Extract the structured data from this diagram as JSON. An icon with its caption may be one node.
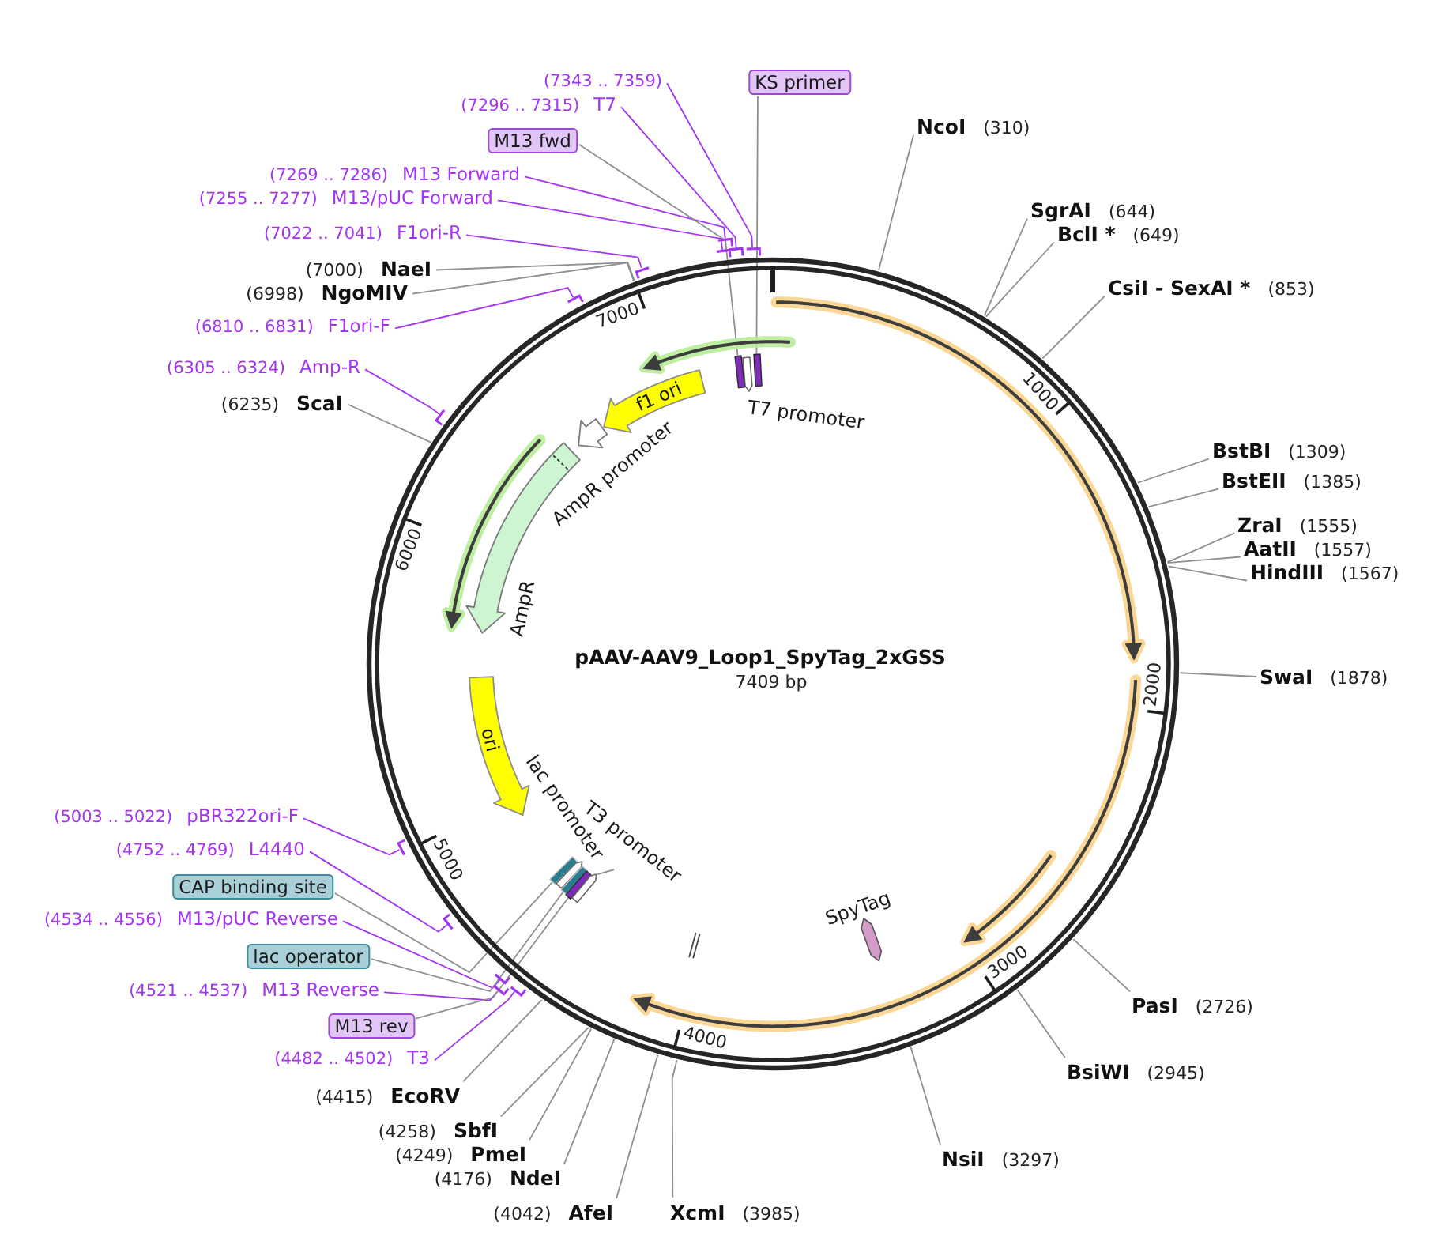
{
  "diagram": {
    "nodes": [
      {
        "text": [
          "pAAV-AAV9_Loop1_SpyTag_2xGSS",
          "7409 bp"
        ]
      },
      {
        "text": [
          "f1 ori"
        ],
        "in": 0
      },
      {
        "text": [
          "ori"
        ],
        "in": 0
      },
      {
        "text": [],
        "shape": "arrow",
        "beside": [
          "AmpR promoter"
        ],
        "in": 0
      },
      {
        "text": [],
        "shape": "arrow",
        "beside": [
          "AmpR"
        ],
        "in": 0
      },
      {
        "text": [],
        "shape": "arrow",
        "beside": [
          "T7 promoter"
        ],
        "in": 0
      },
      {
        "text": [],
        "shape": "bar",
        "in": 0
      },
      {
        "text": [],
        "shape": "bar",
        "in": 0
      },
      {
        "text": [],
        "shape": "bar",
        "in": 0
      },
      {
        "text": [],
        "shape": "arrow",
        "beside": [
          "lac promoter"
        ],
        "in": 0
      },
      {
        "text": [],
        "shape": "bar",
        "in": 0
      },
      {
        "text": [],
        "shape": "bar",
        "in": 0
      },
      {
        "text": [],
        "shape": "arrow",
        "in": 0
      },
      {
        "text": [
          "T3 promoter"
        ],
        "in": 0
      },
      {
        "text": [],
        "shape": "bar",
        "in": 0
      },
      {
        "text": [],
        "shape": "hexagon",
        "beside": [
          "SpyTag"
        ],
        "in": 0
      },
      {
        "text": [
          "(7343 .. 7359)"
        ]
      },
      {
        "text": [
          "(7296 .. 7315)",
          "T7"
        ]
      },
      {
        "text": [
          "(7269 .. 7286)",
          "M13 Forward"
        ]
      },
      {
        "text": [
          "(7255 .. 7277)",
          "M13/pUC Forward"
        ]
      },
      {
        "text": [
          "(7022 .. 7041)",
          "F1ori-R"
        ]
      },
      {
        "text": [
          "(6810 .. 6831)",
          "F1ori-F"
        ]
      },
      {
        "text": [
          "(6305 .. 6324)",
          "Amp-R"
        ]
      },
      {
        "text": [
          "(5003 .. 5022)",
          "pBR322ori-F"
        ]
      },
      {
        "text": [
          "(4752 .. 4769)",
          "L4440"
        ]
      },
      {
        "text": [
          "(4534 .. 4556)",
          "M13/pUC Reverse"
        ]
      },
      {
        "text": [
          "(4521 .. 4537)",
          "M13 Reverse"
        ]
      },
      {
        "text": [
          "(4482 .. 4502)",
          "T3"
        ]
      },
      {
        "text": [],
        "shape": "bar"
      },
      {
        "text": [],
        "shape": "bar"
      },
      {
        "text": [],
        "shape": "bar"
      },
      {
        "text": [],
        "shape": "bar"
      },
      {
        "text": [],
        "shape": "bar"
      },
      {
        "text": [],
        "shape": "bar"
      },
      {
        "text": [],
        "shape": "bar"
      },
      {
        "text": [],
        "shape": "bar"
      },
      {
        "text": [],
        "shape": "bar"
      },
      {
        "text": [],
        "shape": "bar"
      },
      {
        "text": [],
        "shape": "bar"
      },
      {
        "text": [],
        "shape": "bar"
      },
      {
        "text": [
          "KS primer"
        ]
      },
      {
        "text": [
          "M13 fwd"
        ]
      },
      {
        "text": [
          "CAP binding site"
        ]
      },
      {
        "text": [
          "lac operator"
        ]
      },
      {
        "text": [
          "M13 rev"
        ]
      },
      {
        "text": [
          "NcoI",
          "(310)"
        ]
      },
      {
        "text": [
          "SgrAI",
          "(644)"
        ]
      },
      {
        "text": [
          "BclI *",
          "(649)"
        ]
      },
      {
        "text": [
          "CsiI - SexAI *",
          "(853)"
        ]
      },
      {
        "text": [
          "BstBI",
          "(1309)"
        ]
      },
      {
        "text": [
          "BstEII",
          "(1385)"
        ]
      },
      {
        "text": [
          "ZraI",
          "(1555)"
        ]
      },
      {
        "text": [
          "AatII",
          "(1557)"
        ]
      },
      {
        "text": [
          "HindIII",
          "(1567)"
        ]
      },
      {
        "text": [
          "SwaI",
          "(1878)"
        ]
      },
      {
        "text": [
          "PasI",
          "(2726)"
        ]
      },
      {
        "text": [
          "BsiWI",
          "(2945)"
        ]
      },
      {
        "text": [
          "NsiI",
          "(3297)"
        ]
      },
      {
        "text": [
          "XcmI",
          "(3985)"
        ]
      },
      {
        "text": [
          "(4042)",
          "AfeI"
        ]
      },
      {
        "text": [
          "(4176)",
          "NdeI"
        ]
      },
      {
        "text": [
          "(4249)",
          "PmeI"
        ]
      },
      {
        "text": [
          "(4258)",
          "SbfI"
        ]
      },
      {
        "text": [
          "(4415)",
          "EcoRV"
        ]
      },
      {
        "text": [
          "(6235)",
          "ScaI"
        ]
      },
      {
        "text": [
          "(6998)",
          "NgoMIV"
        ]
      },
      {
        "text": [
          "(7000)",
          "NaeI"
        ]
      }
    ],
    "edges": [
      {
        "from": 13,
        "to": 12,
        "arrow": "none"
      },
      {
        "from": 16,
        "to": 28,
        "arrow": "none",
        "color": "#a334f2"
      },
      {
        "from": 17,
        "to": 29,
        "arrow": "none",
        "color": "#a334f2"
      },
      {
        "from": 18,
        "to": 30,
        "arrow": "none",
        "color": "#a334f2"
      },
      {
        "from": 19,
        "to": 31,
        "arrow": "none",
        "color": "#a334f2"
      },
      {
        "from": 20,
        "to": 32,
        "arrow": "none",
        "color": "#a334f2"
      },
      {
        "from": 21,
        "to": 33,
        "arrow": "none",
        "color": "#a334f2"
      },
      {
        "from": 22,
        "to": 34,
        "arrow": "none",
        "color": "#a334f2"
      },
      {
        "from": 23,
        "to": 35,
        "arrow": "none",
        "color": "#a334f2"
      },
      {
        "from": 24,
        "to": 36,
        "arrow": "none",
        "color": "#a334f2"
      },
      {
        "from": 25,
        "to": 37,
        "arrow": "none",
        "color": "#a334f2"
      },
      {
        "from": 26,
        "to": 38,
        "arrow": "none",
        "color": "#a334f2"
      },
      {
        "from": 27,
        "to": 39,
        "arrow": "none",
        "color": "#a334f2"
      },
      {
        "from": 40,
        "to": 7,
        "arrow": "none"
      },
      {
        "from": 41,
        "to": 6,
        "arrow": "none"
      },
      {
        "from": 42,
        "to": 8,
        "arrow": "none"
      },
      {
        "from": 43,
        "to": 10,
        "arrow": "none"
      },
      {
        "from": 44,
        "to": 11,
        "arrow": "none"
      },
      {
        "from": 45,
        "to": 0,
        "arrow": "none"
      },
      {
        "from": 46,
        "to": 0,
        "arrow": "none"
      },
      {
        "from": 47,
        "to": 0,
        "arrow": "none"
      },
      {
        "from": 48,
        "to": 0,
        "arrow": "none"
      },
      {
        "from": 49,
        "to": 0,
        "arrow": "none"
      },
      {
        "from": 50,
        "to": 0,
        "arrow": "none"
      },
      {
        "from": 51,
        "to": 0,
        "arrow": "none"
      },
      {
        "from": 52,
        "to": 0,
        "arrow": "none"
      },
      {
        "from": 53,
        "to": 0,
        "arrow": "none"
      },
      {
        "from": 54,
        "to": 0,
        "arrow": "none"
      },
      {
        "from": 55,
        "to": 0,
        "arrow": "none"
      },
      {
        "from": 56,
        "to": 0,
        "arrow": "none"
      },
      {
        "from": 57,
        "to": 0,
        "arrow": "none"
      },
      {
        "from": 58,
        "to": 0,
        "arrow": "none"
      },
      {
        "from": 59,
        "to": 0,
        "arrow": "none"
      },
      {
        "from": 60,
        "to": 0,
        "arrow": "none"
      },
      {
        "from": 61,
        "to": 0,
        "arrow": "none"
      },
      {
        "from": 62,
        "to": 0,
        "arrow": "none"
      },
      {
        "from": 63,
        "to": 0,
        "arrow": "none"
      },
      {
        "from": 64,
        "to": 0,
        "arrow": "none"
      },
      {
        "from": 65,
        "to": 0,
        "arrow": "none"
      },
      {
        "from": 66,
        "to": 0,
        "arrow": "none"
      }
    ],
    "labels": [
      "1000",
      "2000",
      "3000",
      "4000",
      "5000",
      "6000",
      "7000"
    ]
  }
}
